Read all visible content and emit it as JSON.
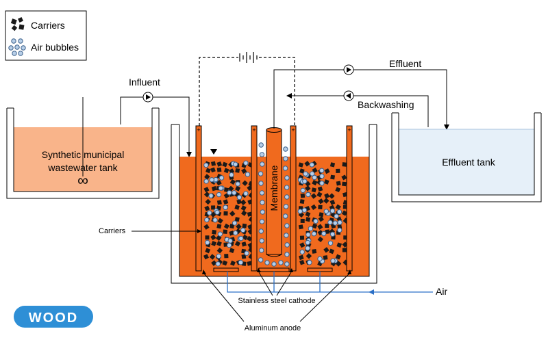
{
  "legend": {
    "carriers": "Carriers",
    "air_bubbles": "Air bubbles"
  },
  "labels": {
    "influent": "Influent",
    "effluent": "Effluent",
    "backwashing": "Backwashing",
    "synthetic_tank_line1": "Synthetic municipal",
    "synthetic_tank_line2": "wastewater tank",
    "effluent_tank": "Effluent tank",
    "membrane": "Membrane",
    "carriers_pointer": "Carriers",
    "air": "Air",
    "cathode": "Stainless steel cathode",
    "anode": "Aluminum anode",
    "plus": "+",
    "mixer_symbol": "∞"
  },
  "logo": {
    "text": "WOOD"
  },
  "colors": {
    "sludge": "#f06a1e",
    "synthetic_water": "#f9b48a",
    "effluent_water": "#e6f0f9",
    "carrier": "#1a1a1a",
    "bubble_fill": "#b8cfe8",
    "bubble_stroke": "#3a5f8a",
    "air_line": "#2a6fc6",
    "logo": "#2e8fd6",
    "outline": "#000000"
  }
}
